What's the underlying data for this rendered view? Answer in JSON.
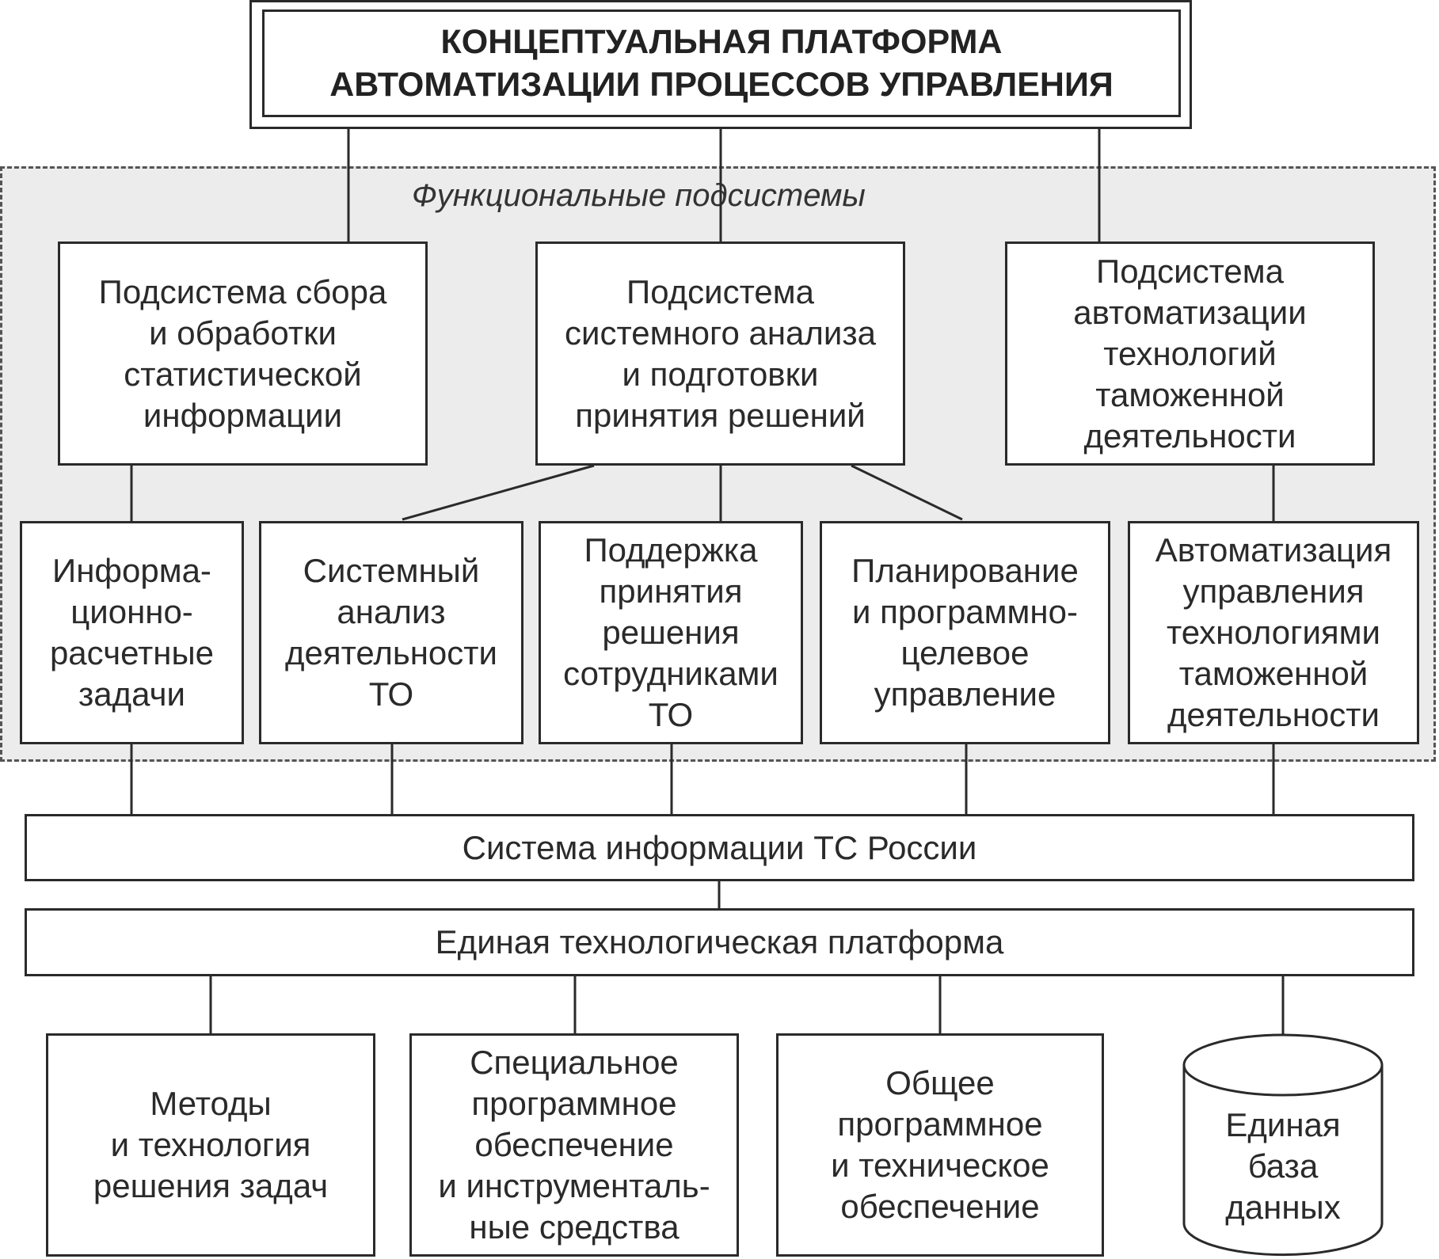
{
  "title": "КОНЦЕПТУАЛЬНАЯ ПЛАТФОРМА\nАВТОМАТИЗАЦИИ ПРОЦЕССОВ УПРАВЛЕНИЯ",
  "group_label": "Функциональные подсистемы",
  "subsystems": [
    "Подсистема сбора\nи обработки\nстатистической\nинформации",
    "Подсистема\nсистемного анализа\nи подготовки\nпринятия решений",
    "Подсистема\nавтоматизации\nтехнологий\nтаможенной\nдеятельности"
  ],
  "tasks": [
    "Информа-\nционно-\nрасчетные\nзадачи",
    "Системный\nанализ\nдеятельности\nТО",
    "Поддержка\nпринятия\nрешения\nсотрудниками\nТО",
    "Планирование\nи программно-\nцелевое\nуправление",
    "Автоматизация\nуправления\nтехнологиями\nтаможенной\nдеятельности"
  ],
  "info_system": "Система информации ТС России",
  "platform": "Единая технологическая платформа",
  "support": [
    "Методы\nи технология\nрешения задач",
    "Специальное\nпрограммное\nобеспечение\nи инструменталь-\nные средства",
    "Общее\nпрограммное\nи техническое\nобеспечение"
  ],
  "database": "Единая\nбаза\nданных"
}
